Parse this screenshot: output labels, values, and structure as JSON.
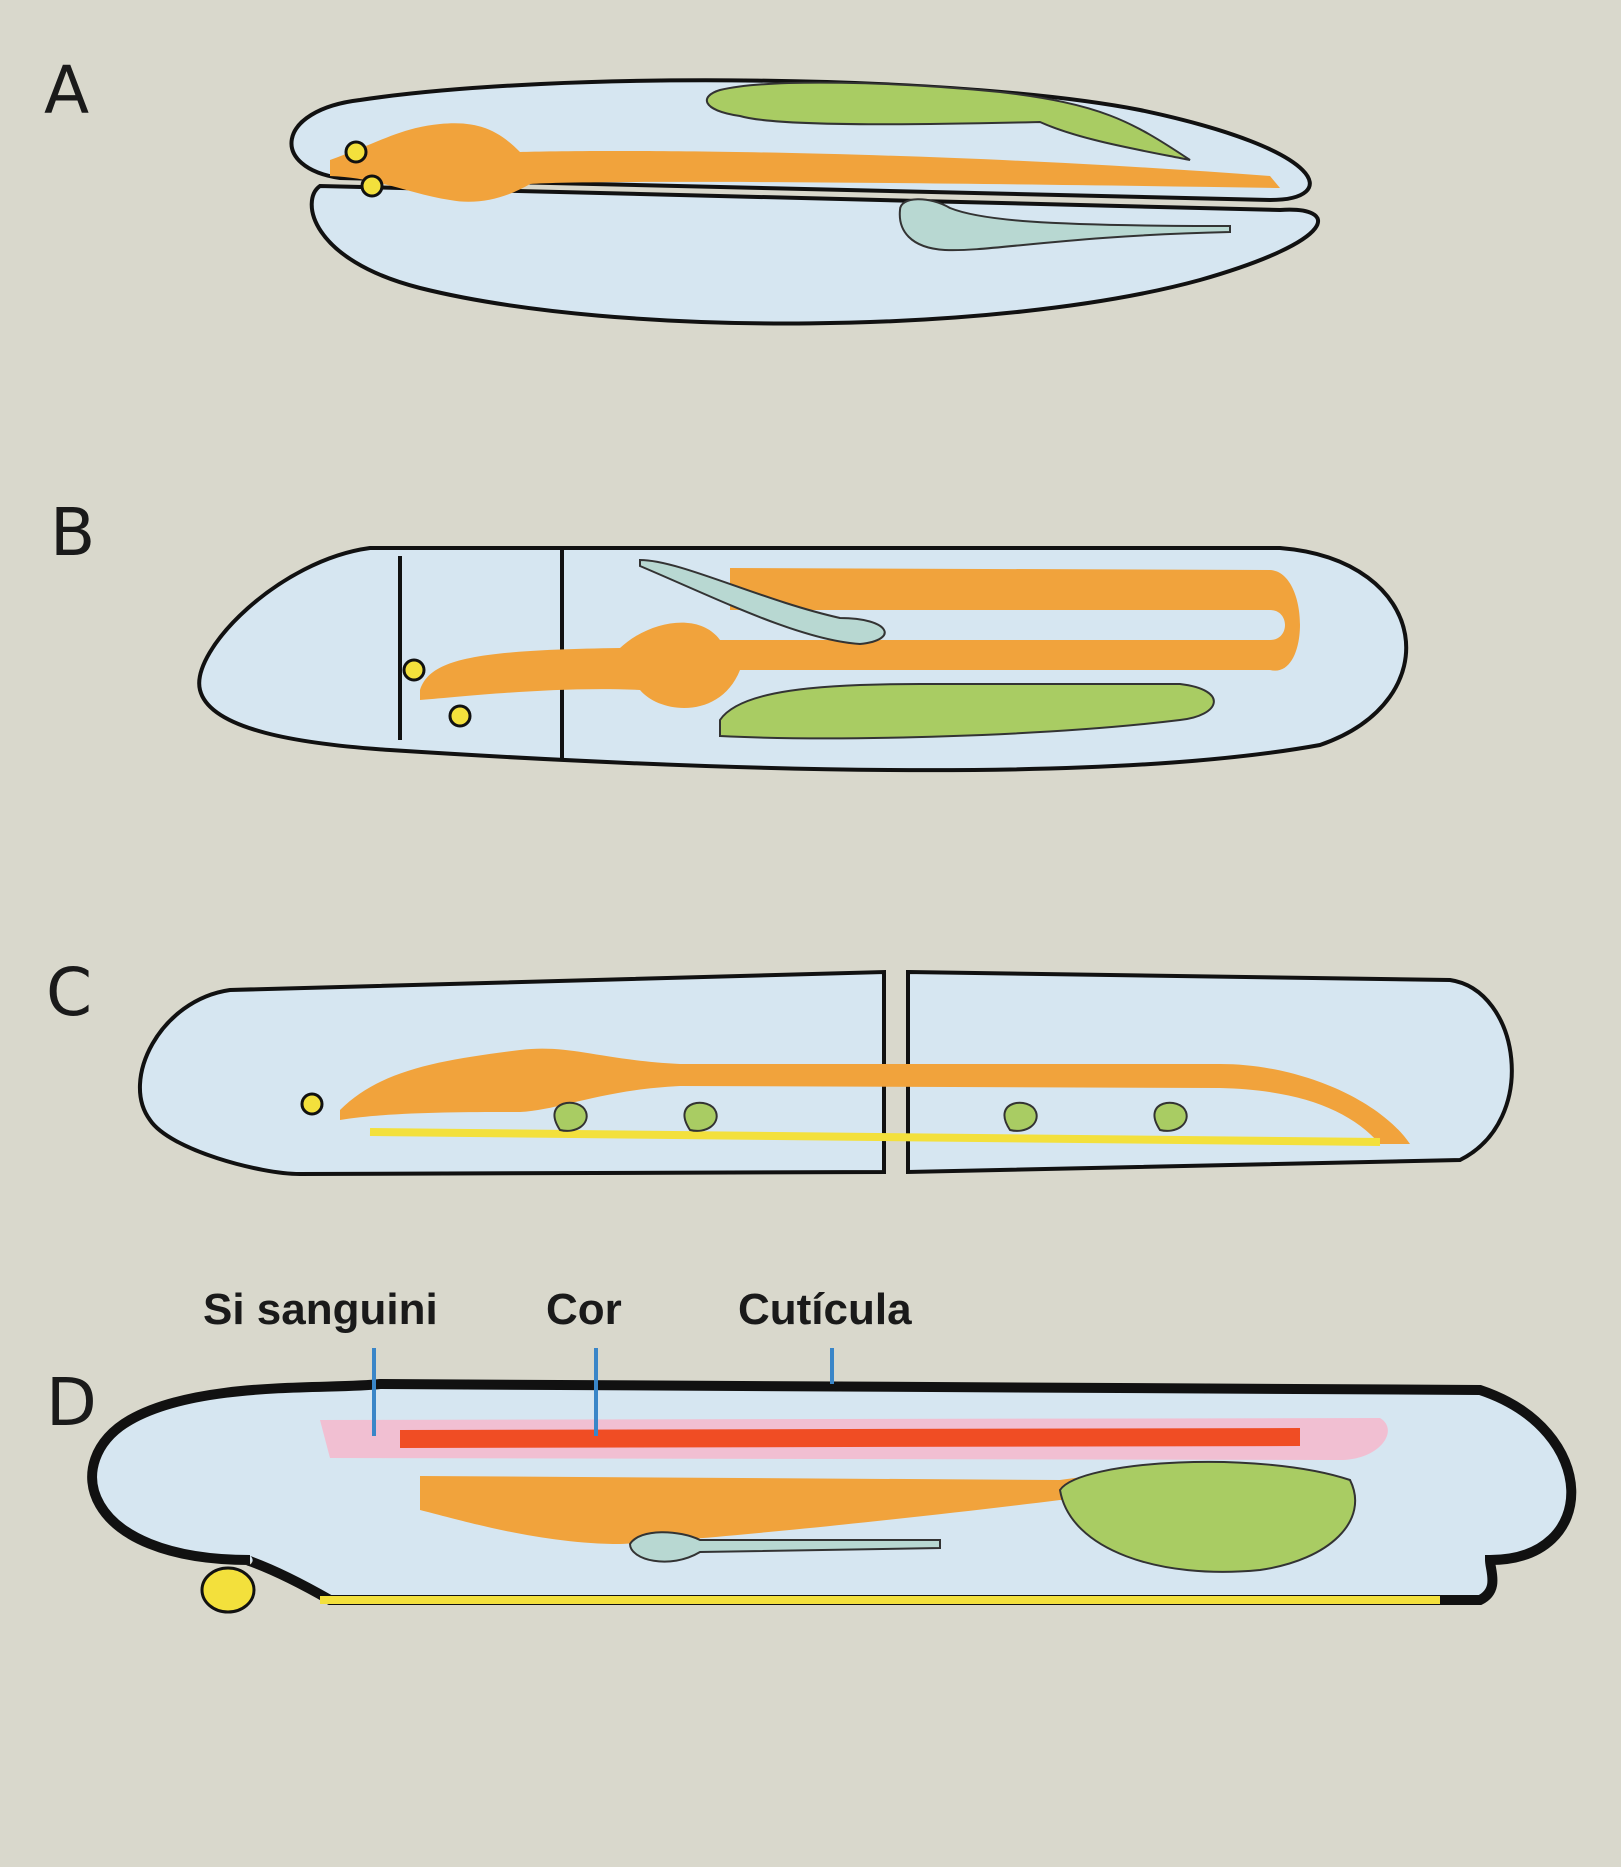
{
  "panels": [
    {
      "letter": "A"
    },
    {
      "letter": "B"
    },
    {
      "letter": "C"
    },
    {
      "letter": "D"
    }
  ],
  "labels": {
    "blood_sinus": "Si sanguini",
    "heart": "Cor",
    "cuticle": "Cutícula"
  },
  "colors": {
    "background": "#d9d8cc",
    "body_fill": "#d6e6f1",
    "gut": "#f1a33c",
    "gonad": "#a9cc63",
    "gland": "#b8d8d2",
    "nerve": "#f3e03c",
    "heart": "#f04d24",
    "sinus": "#f1bfd2",
    "cuticle": "#111111",
    "callout_line": "#3a86c8"
  }
}
